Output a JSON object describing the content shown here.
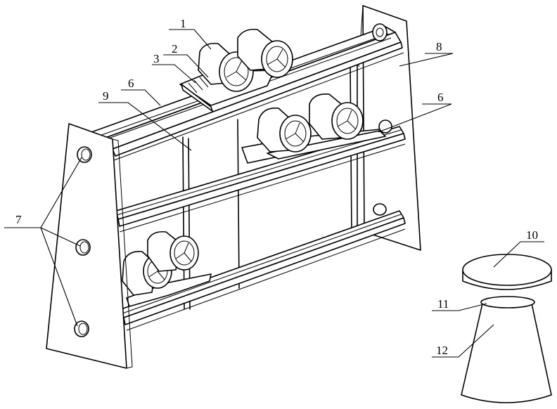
{
  "labels": {
    "n1": "1",
    "n2": "2",
    "n3": "3",
    "n6a": "6",
    "n6b": "6",
    "n7": "7",
    "n8": "8",
    "n9": "9",
    "n10": "10",
    "n11": "11",
    "n12": "12"
  }
}
